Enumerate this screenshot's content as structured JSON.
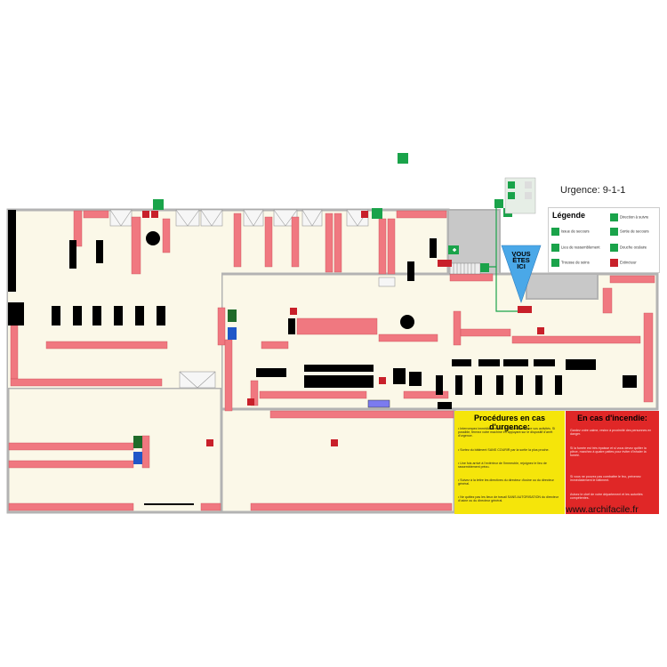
{
  "header": {
    "emergency_number": "Urgence: 9-1-1"
  },
  "legend": {
    "title": "Légende",
    "items": [
      {
        "icon": "emergency-exit-icon",
        "label": "Issue de secours"
      },
      {
        "icon": "direction-arrow-icon",
        "label": "Direction à suivre"
      },
      {
        "icon": "assembly-point-icon",
        "label": "Lieu de rassemblement"
      },
      {
        "icon": "emergency-exit-door-icon",
        "label": "Sortie de secours"
      },
      {
        "icon": "first-aid-kit-icon",
        "label": "Trousse de soins"
      },
      {
        "icon": "eye-wash-shower-icon",
        "label": "Douche oculaire"
      },
      {
        "icon": "fire-extinguisher-icon",
        "label": "Extincteur"
      }
    ]
  },
  "map": {
    "you_are_here": [
      "VOUS",
      "ÊTES",
      "ICI"
    ]
  },
  "procedures": {
    "title": "Procédures en cas d'urgence:",
    "steps": [
      "• Interrompez immédiatement et de façon sécuritaire vos activités. Si possible, fermez votre machine en appuyant sur le dispositif d'arrêt d'urgence.",
      "• Sortez du bâtiment SANS COURIR par la sortie la plus proche.",
      "• Une fois arrivé à l'extérieur de l'immeuble, rejoignez le lieu de rassemblement prévu.",
      "• Suivez à la lettre les directives du directeur d'usine ou du directeur général.",
      "• Ne quittez pas les lieux de travail SANS AUTORISATION du directeur d'usine ou du directeur général."
    ]
  },
  "fire": {
    "title": "En cas d'incendie:",
    "steps": [
      "Gardez votre calme, restez à proximité des personnes en danger.",
      "Si la fumée est très épaisse et si vous devez quitter la pièce, marchez à quatre pattes pour éviter d'inhaler la fumée.",
      "Si vous ne pouvez pas combattre le feu, prévenez immédiatement le bâtiment.",
      "Avisez le chef de votre département et les autorités compétentes."
    ]
  },
  "footer": {
    "watermark": "www.archifacile.fr"
  },
  "colors": {
    "floor": "#fbf8e8",
    "wall": "#b3b3b3",
    "rack": "#f07880",
    "machine": "#000000",
    "exit_green": "#1aa34a",
    "extinguisher_red": "#c8202a",
    "procedures_yellow": "#f5e50a",
    "fire_red": "#e02727",
    "you_are_here_blue": "#4aa8e8"
  }
}
